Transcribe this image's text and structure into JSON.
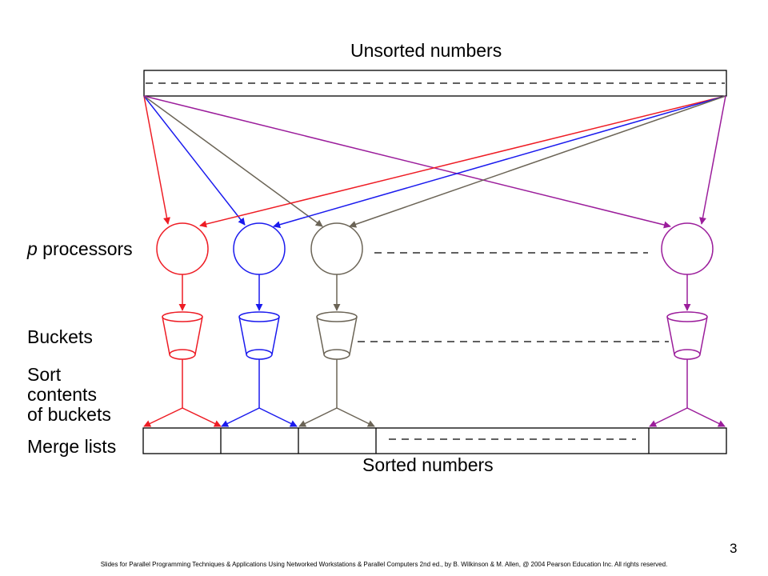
{
  "labels": {
    "unsorted": "Unsorted numbers",
    "sorted": "Sorted numbers",
    "processors_var": "p",
    "processors_text": " processors",
    "buckets": "Buckets",
    "sort_line1": "Sort",
    "sort_line2": "contents",
    "sort_line3": "of buckets",
    "merge": "Merge lists"
  },
  "slide_number": "3",
  "footer": "Slides for Parallel Programming Techniques & Applications Using Networked Workstations & Parallel Computers 2nd ed., by B. Wilkinson & M. Allen, @ 2004 Pearson Education Inc. All rights reserved.",
  "colors": {
    "red": "#ee1c24",
    "blue": "#1a1aee",
    "gray": "#6b6456",
    "purple": "#9b1d9b",
    "line": "#000000"
  }
}
